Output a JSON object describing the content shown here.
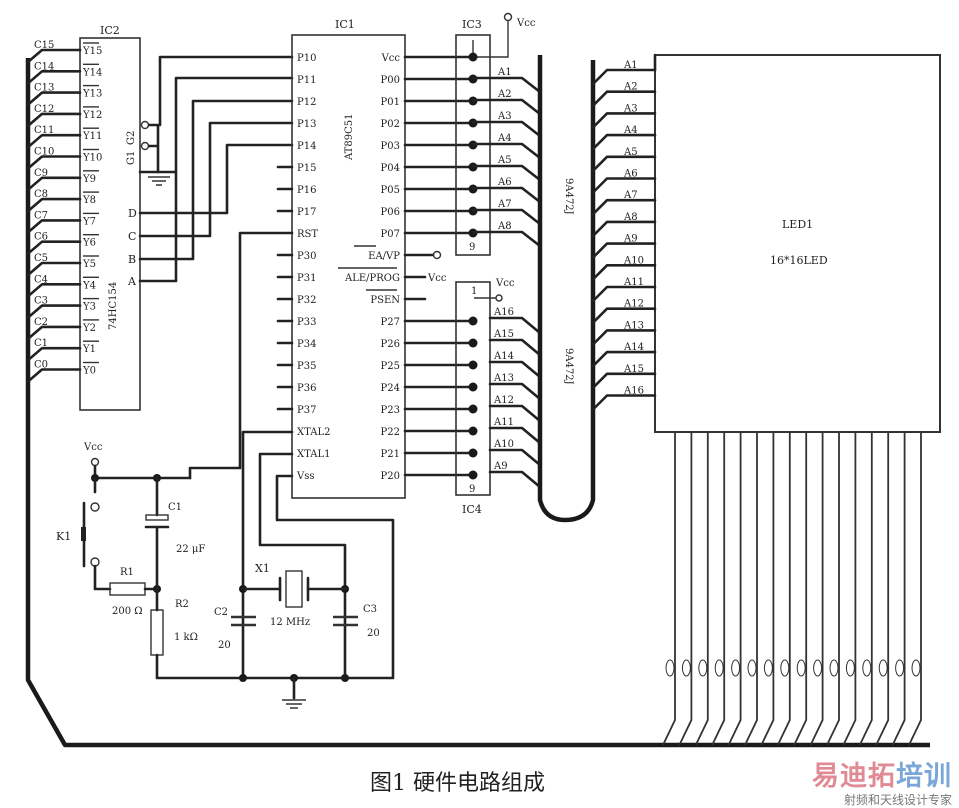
{
  "figure": {
    "caption": "图1  硬件电路组成",
    "watermark": {
      "brand_part1": "易迪拓",
      "brand_part2": "培训",
      "tagline": "射频和天线设计专家"
    }
  },
  "ic2": {
    "ref": "IC2",
    "part": "74HC154",
    "outputs": [
      "Y15",
      "Y14",
      "Y13",
      "Y12",
      "Y11",
      "Y10",
      "Y9",
      "Y8",
      "Y7",
      "Y6",
      "Y5",
      "Y4",
      "Y3",
      "Y2",
      "Y1",
      "Y0"
    ],
    "columns": [
      "C15",
      "C14",
      "C13",
      "C12",
      "C11",
      "C10",
      "C9",
      "C8",
      "C7",
      "C6",
      "C5",
      "C4",
      "C3",
      "C2",
      "C1",
      "C0"
    ],
    "enables": [
      "G2",
      "G1"
    ],
    "inputs": [
      "D",
      "C",
      "B",
      "A"
    ]
  },
  "ic1": {
    "ref": "IC1",
    "part": "AT89C51",
    "left_pins": [
      "P10",
      "P11",
      "P12",
      "P13",
      "P14",
      "P15",
      "P16",
      "P17",
      "RST",
      "P30",
      "P31",
      "P32",
      "P33",
      "P34",
      "P35",
      "P36",
      "P37",
      "XTAL2",
      "XTAL1",
      "Vss"
    ],
    "right_pins": [
      "Vcc",
      "P00",
      "P01",
      "P02",
      "P03",
      "P04",
      "P05",
      "P06",
      "P07",
      "EA/VP",
      "ALE/PROG",
      "PSEN",
      "P27",
      "P26",
      "P25",
      "P24",
      "P23",
      "P22",
      "P21",
      "P20"
    ]
  },
  "ic3": {
    "ref": "IC3",
    "pin_label": "9",
    "vcc": "Vcc"
  },
  "ic4": {
    "ref": "IC4",
    "pin_top": "1",
    "pin_bottom": "9",
    "vcc": "Vcc"
  },
  "bus_labels": {
    "top_rows": [
      "A1",
      "A2",
      "A3",
      "A4",
      "A5",
      "A6",
      "A7",
      "A8"
    ],
    "bottom_rows": [
      "A16",
      "A15",
      "A14",
      "A13",
      "A12",
      "A11",
      "A10",
      "A9"
    ]
  },
  "resistor_networks": [
    "9A472J",
    "9A472J"
  ],
  "led": {
    "ref": "LED1",
    "type": "16*16LED",
    "rows": [
      "A1",
      "A2",
      "A3",
      "A4",
      "A5",
      "A6",
      "A7",
      "A8",
      "A9",
      "A10",
      "A11",
      "A12",
      "A13",
      "A14",
      "A15",
      "A16"
    ]
  },
  "reset_circuit": {
    "vcc": "Vcc",
    "switch": "K1",
    "c1": {
      "ref": "C1",
      "value": "22 μF",
      "polarity": "+"
    },
    "r1": {
      "ref": "R1",
      "value": "200 Ω"
    },
    "r2": {
      "ref": "R2",
      "value": "1 kΩ"
    }
  },
  "oscillator": {
    "crystal": {
      "ref": "X1",
      "value": "12 MHz"
    },
    "c2": {
      "ref": "C2",
      "value": "20"
    },
    "c3": {
      "ref": "C3",
      "value": "20"
    }
  },
  "power": {
    "ale_vcc": "Vcc"
  }
}
